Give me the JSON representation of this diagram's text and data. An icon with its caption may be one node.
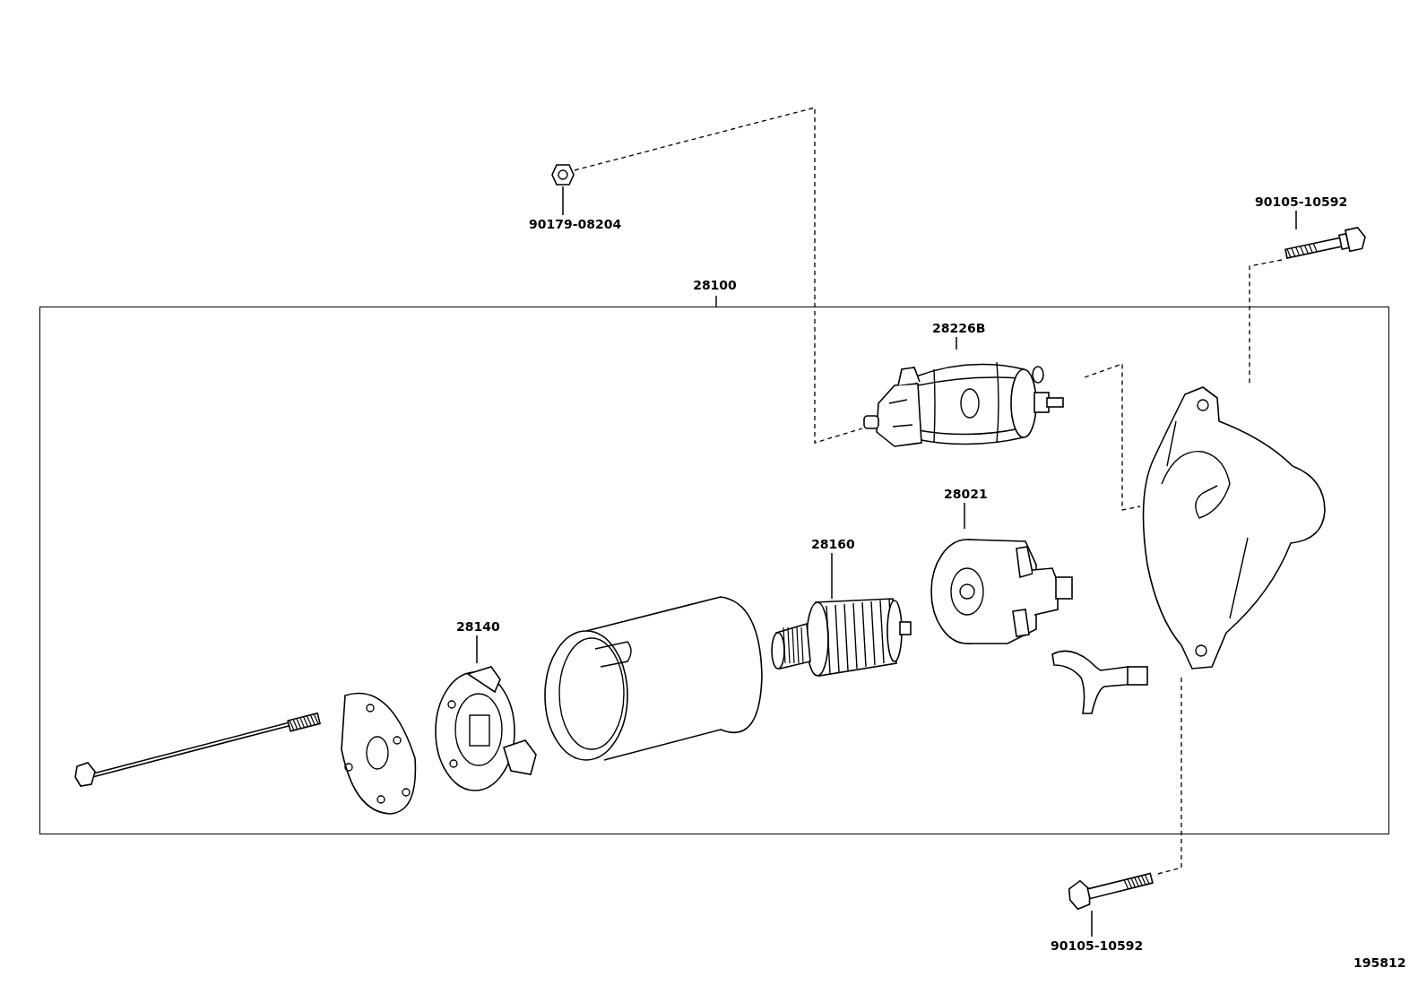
{
  "diagram": {
    "nodes": [
      {
        "text": [
          "28100"
        ]
      },
      {
        "text": [
          "90179-08204"
        ]
      },
      {
        "text": [],
        "shape": "picture"
      },
      {
        "text": [
          "90105-10592"
        ]
      },
      {
        "text": [],
        "shape": "picture"
      },
      {
        "text": [
          "28226B"
        ],
        "in": 0
      },
      {
        "text": [],
        "shape": "picture",
        "in": 0
      },
      {
        "text": [
          "28021"
        ],
        "in": 0
      },
      {
        "text": [],
        "shape": "picture",
        "in": 0
      },
      {
        "text": [
          "28160"
        ],
        "in": 0
      },
      {
        "text": [],
        "shape": "picture",
        "in": 0
      },
      {
        "text": [
          "28140"
        ],
        "in": 0
      },
      {
        "text": [],
        "shape": "picture",
        "in": 0
      },
      {
        "text": [],
        "shape": "picture",
        "in": 0
      },
      {
        "text": [],
        "shape": "picture",
        "in": 0
      },
      {
        "text": [],
        "shape": "picture",
        "in": 0
      },
      {
        "text": [],
        "shape": "picture",
        "in": 0
      },
      {
        "text": [],
        "shape": "picture",
        "in": 0
      },
      {
        "text": [],
        "shape": "picture"
      },
      {
        "text": [
          "90105-10592"
        ]
      }
    ],
    "edges": [
      {
        "from": 1,
        "to": 2,
        "arrow": "none"
      },
      {
        "from": 3,
        "to": 4,
        "arrow": "none"
      },
      {
        "from": 5,
        "to": 6,
        "arrow": "none"
      },
      {
        "from": 7,
        "to": 8,
        "arrow": "none"
      },
      {
        "from": 9,
        "to": 10,
        "arrow": "none"
      },
      {
        "from": 11,
        "to": 12,
        "arrow": "none"
      },
      {
        "from": 19,
        "to": 18,
        "arrow": "none"
      },
      {
        "from": 2,
        "to": 6,
        "arrow": "none",
        "style": "dashed"
      },
      {
        "from": 4,
        "to": 17,
        "arrow": "none",
        "style": "dashed"
      },
      {
        "from": 6,
        "to": 17,
        "arrow": "none",
        "style": "dashed"
      },
      {
        "from": 18,
        "to": 17,
        "arrow": "none",
        "style": "dashed"
      }
    ],
    "labels": [
      "195812"
    ]
  }
}
